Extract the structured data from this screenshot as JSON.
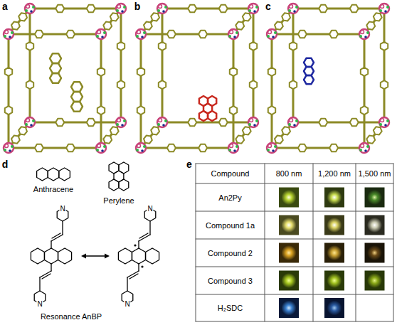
{
  "diagram": {
    "labels": [
      "a",
      "b",
      "c",
      "d",
      "Anthracene",
      "Perylene",
      "N",
      "N",
      "N",
      "N",
      "Resonance AnBP",
      "e",
      "Compound",
      "800 nm",
      "1,200 nm",
      "1,500 nm",
      "An2Py",
      "Compound 1a",
      "Compound 2",
      "Compound 3",
      "H₂SDC"
    ]
  }
}
